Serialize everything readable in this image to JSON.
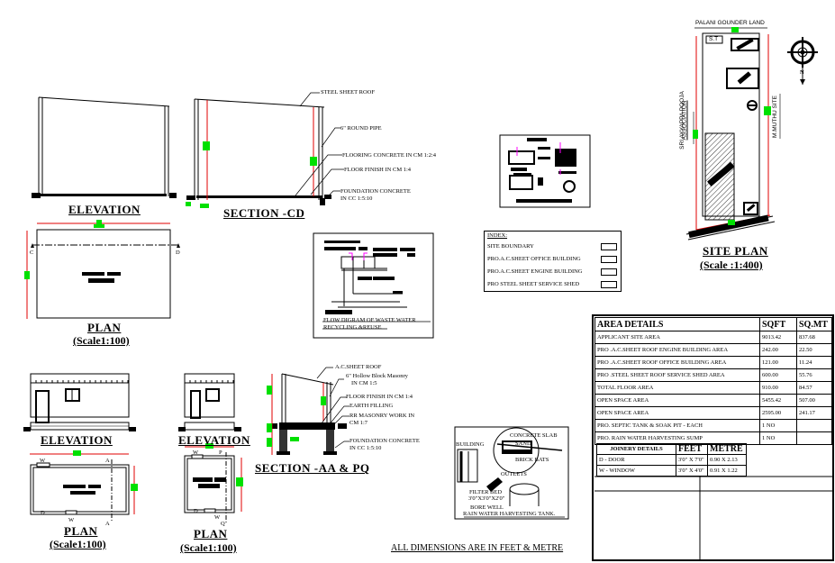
{
  "drawing": {
    "footer_note": "ALL DIMENSIONS  ARE IN FEET & METRE",
    "elevation_shed": {
      "title": "ELEVATION"
    },
    "section_cd": {
      "title": "SECTION -CD",
      "labels": [
        "STEEL SHEET ROOF",
        "6\" ROUND PIPE",
        "FLOORING CONCRETE IN CM 1:2:4",
        "FLOOR FINISH IN CM 1:4",
        "FOUNDATION CONCRETE",
        "IN CC 1:5:10"
      ]
    },
    "plan_shed": {
      "title": "PLAN",
      "scale": "(Scale1:100)",
      "marker_c": "C",
      "marker_d": "D"
    },
    "flow_diagram": {
      "caption_1": "FLOW DIGRAM OF WASTE WATER",
      "caption_2": "RECYCLING &REUSE"
    },
    "index": {
      "heading": "INDEX:",
      "items": [
        {
          "label": "SITE BOUNDARY"
        },
        {
          "label": "PRO.A.C.SHEET OFFICE BUILDING"
        },
        {
          "label": "PRO.A.C.SHEET ENGINE BUILDING"
        },
        {
          "label": "PRO STEEL SHEET SERVICE SHED"
        }
      ]
    },
    "site_plan": {
      "title": "SITE PLAN",
      "scale": "(Scale :1:400)",
      "north_label": "PALANI GOUNDER LAND",
      "west_label_1": "SRI AYYAPPA POOJA",
      "west_label_2": "ASSOCIATION",
      "east_label": "M.MUTHU SITE",
      "septic_label": "S.T",
      "compass_letter": "N"
    },
    "elevation_office": {
      "title": "ELEVATION"
    },
    "plan_office": {
      "title": "PLAN",
      "scale": "(Scale1:100)",
      "marks": {
        "w_top": "W",
        "w_bottom": "W",
        "d": "D",
        "a_top": "A",
        "a_bottom": "A"
      }
    },
    "elevation_engine": {
      "title": "ELEVATION"
    },
    "plan_engine": {
      "title": "PLAN",
      "scale": "(Scale1:100)",
      "marks": {
        "w_top": "W",
        "w_bottom": "W",
        "d": "D",
        "p": "P",
        "q": "Q"
      }
    },
    "section_aa_pq": {
      "title": "SECTION -AA & PQ",
      "labels": [
        "A.C.SHEET ROOF",
        "6\" Hollow Block Masonry",
        "IN CM 1:5",
        "FLOOR FINISH IN CM 1:4",
        "EARTH FILLING",
        "RR MASONRY WORK IN",
        "CM 1:7",
        "FOUNDATION CONCRETE",
        "IN CC 1:5:10"
      ]
    },
    "rainwater": {
      "caption": "RAIN WATER HARVESTING TANK.",
      "labels": {
        "slab": "CONCRETE SLAB",
        "sand": "SAND",
        "bats": "BRICK BATS",
        "building": "BUILDING",
        "outlets": "OUTLETS",
        "filter": "FILTER BED",
        "filter_size": "3'0\"X3'0\"X2'0\"",
        "bore": "BORE WELL"
      }
    }
  },
  "area_details": {
    "header": {
      "label": "AREA  DETAILS",
      "sqft": "SQFT",
      "sqmt": "SQ.MT"
    },
    "rows": [
      {
        "label": "APPLICANT  SITE  AREA",
        "sqft": "9013.42",
        "sqmt": "837.68"
      },
      {
        "label": "PRO .A.C.SHEET ROOF ENGINE BUILDING AREA",
        "sqft": "242.00",
        "sqmt": "22.50"
      },
      {
        "label": "PRO .A.C.SHEET ROOF OFFICE BUILDING AREA",
        "sqft": "121.00",
        "sqmt": "11.24"
      },
      {
        "label": "PRO .STEEL SHEET ROOF SERVICE SHED AREA",
        "sqft": "600.00",
        "sqmt": "55.76"
      },
      {
        "label": " TOTAL FLOOR AREA",
        "sqft": "910.00",
        "sqmt": "84.57"
      },
      {
        "label": "  OPEN SPACE AREA",
        "sqft": "5455.42",
        "sqmt": "507.00"
      },
      {
        "label": "  OPEN SPACE AREA",
        "sqft": "2595.00",
        "sqmt": "241.17"
      },
      {
        "label": "PRO. SEPTIC  TANK   &   SOAK  PIT   - EACH",
        "sqft": "1  NO",
        "sqmt": ""
      },
      {
        "label": "PRO.  RAIN WATER  HARVESTING  SUMP",
        "sqft": "1  NO",
        "sqmt": ""
      }
    ]
  },
  "joinery": {
    "header": {
      "label": "JOINERY   DETAILS",
      "feet": "FEET",
      "metre": "METRE"
    },
    "rows": [
      {
        "label": "D  -  DOOR",
        "feet": "3'0\" X 7'0\"",
        "metre": "0.90 X 2.13"
      },
      {
        "label": "W  -  WINDOW",
        "feet": "3'0\" X 4'0\"",
        "metre": "0.91 X 1.22"
      }
    ]
  }
}
